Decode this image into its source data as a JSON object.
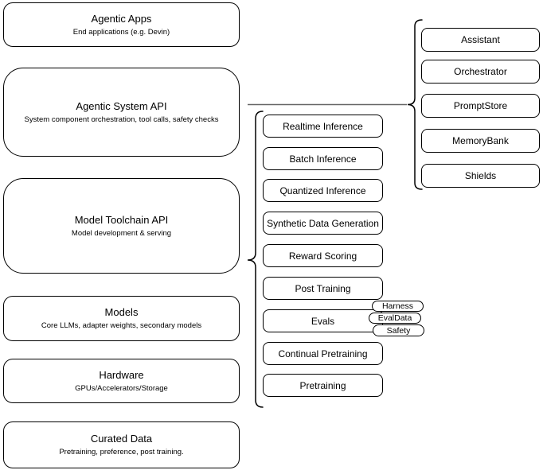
{
  "diagram": {
    "left_stack": [
      {
        "title": "Agentic Apps",
        "subtitle": "End applications (e.g. Devin)"
      },
      {
        "title": "Agentic System API",
        "subtitle": "System component orchestration, tool calls, safety checks"
      },
      {
        "title": "Model Toolchain API",
        "subtitle": "Model development & serving"
      },
      {
        "title": "Models",
        "subtitle": "Core LLMs, adapter weights, secondary models"
      },
      {
        "title": "Hardware",
        "subtitle": "GPUs/Accelerators/Storage"
      },
      {
        "title": "Curated Data",
        "subtitle": "Pretraining, preference, post training."
      }
    ],
    "toolchain_components": [
      "Realtime Inference",
      "Batch Inference",
      "Quantized Inference",
      "Synthetic Data Generation",
      "Reward Scoring",
      "Post Training",
      "Evals",
      "Continual Pretraining",
      "Pretraining"
    ],
    "eval_tags": [
      "Harness",
      "EvalData",
      "Safety"
    ],
    "system_components": [
      "Assistant",
      "Orchestrator",
      "PromptStore",
      "MemoryBank",
      "Shields"
    ],
    "colors": {
      "box_stroke": "#000000",
      "connector": "#666666",
      "background": "#ffffff"
    }
  }
}
